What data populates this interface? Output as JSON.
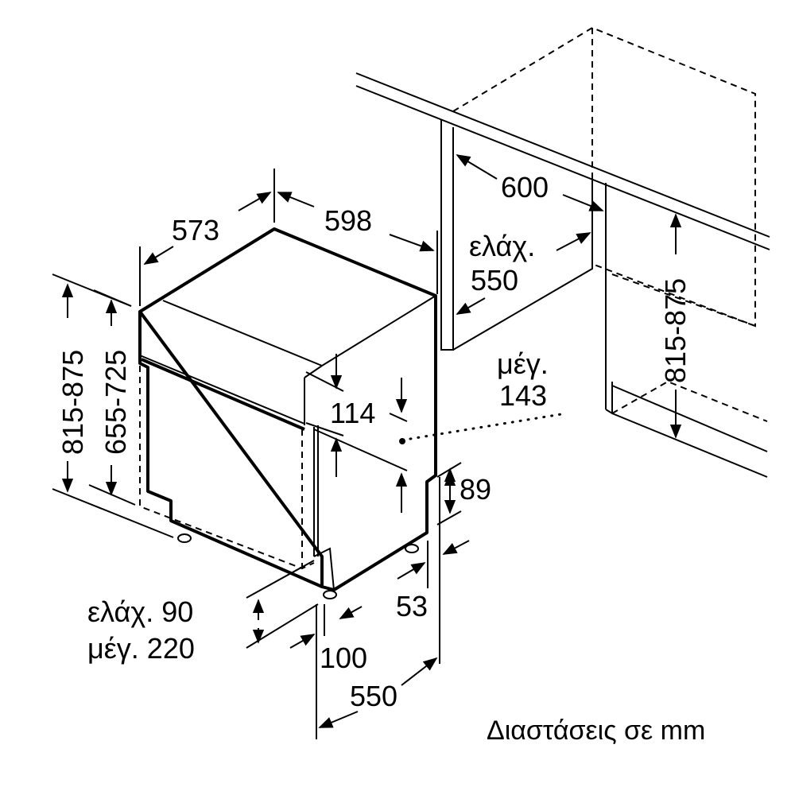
{
  "diagram": {
    "dimensions": {
      "depth_top": "573",
      "width_top": "598",
      "niche_width": "600",
      "niche_depth_label": "ελάχ.",
      "niche_depth_value": "550",
      "niche_height": "815-875",
      "max_label": "μέγ.",
      "max_value": "143",
      "panel_height": "114",
      "plinth_gap": "89",
      "height_total": "815-875",
      "height_door": "655-725",
      "foot_min": "ελάχ. 90",
      "foot_max": "μέγ. 220",
      "foot_offset": "100",
      "rear_offset": "53",
      "depth_bottom": "550"
    },
    "caption": "Διαστάσεις σε mm"
  }
}
